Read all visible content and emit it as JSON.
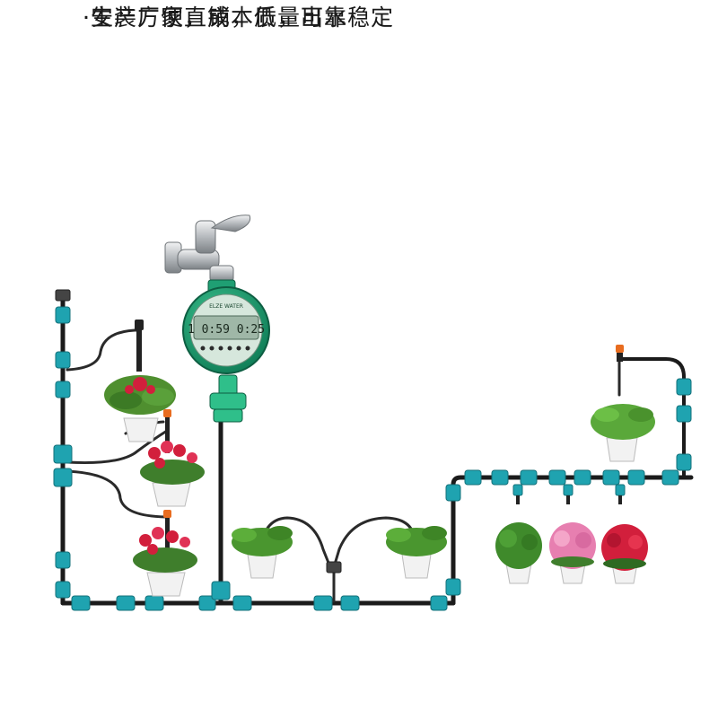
{
  "text": {
    "line1": "·安装方便，成本低，出水稳定",
    "line2": "·生产厂家直销，质量可靠"
  },
  "timer": {
    "brand": "ELZE  WATER",
    "display": "1 0:59 0:25"
  },
  "colors": {
    "pipe": "#1b1b1b",
    "connector": "#1fa3b0",
    "connector_dark": "#13707a",
    "timer_body": "#1f9f73",
    "timer_face": "#cfe3d8",
    "faucet": "#b8bcc0",
    "dripper_orange": "#e86c1f",
    "leaf": "#4f8f2f",
    "flower_red": "#d21f3c",
    "flower_pink": "#e77fb0",
    "pot": "#f2f2f2"
  }
}
